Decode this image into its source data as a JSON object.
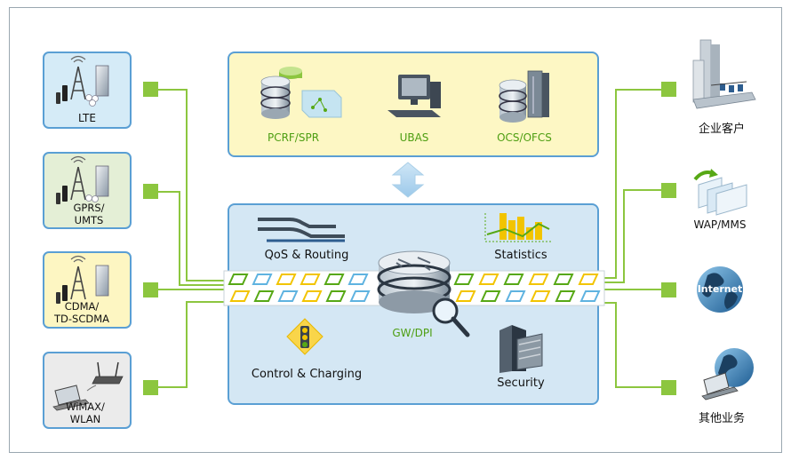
{
  "left_nodes": [
    {
      "label": "LTE",
      "fill": "#d5ebf7"
    },
    {
      "label": "GPRS/\nUMTS",
      "fill": "#e4efd6"
    },
    {
      "label": "CDMA/\nTD-SCDMA",
      "fill": "#fdf6c2"
    },
    {
      "label": "WiMAX/\nWLAN",
      "fill": "#ebebeb"
    }
  ],
  "top_panel": {
    "items": [
      {
        "label": "PCRF/SPR",
        "icon": "database-icon"
      },
      {
        "label": "UBAS",
        "icon": "workstation-icon"
      },
      {
        "label": "OCS/OFCS",
        "icon": "server-icon"
      }
    ],
    "fill": "#fdf7c4"
  },
  "core_panel": {
    "fill": "#d4e7f4",
    "qos_label": "QoS & Routing",
    "stats_label": "Statistics",
    "gateway_label": "GW/DPI",
    "control_label": "Control & Charging",
    "security_label": "Security"
  },
  "right_nodes": [
    {
      "label": "企业客户",
      "icon": "enterprise-buildings-icon"
    },
    {
      "label": "WAP/MMS",
      "icon": "wap-windows-icon"
    },
    {
      "label": "Internet",
      "icon": "globe-icon"
    },
    {
      "label": "其他业务",
      "icon": "globe-laptop-icon"
    }
  ],
  "colors": {
    "connector": "#8cc63f",
    "node_border": "#5a9fd4",
    "stream_green": "#57a815",
    "stream_yellow": "#f2c400",
    "stream_blue": "#5fb3e0",
    "accent_text": "#4d9e12"
  }
}
